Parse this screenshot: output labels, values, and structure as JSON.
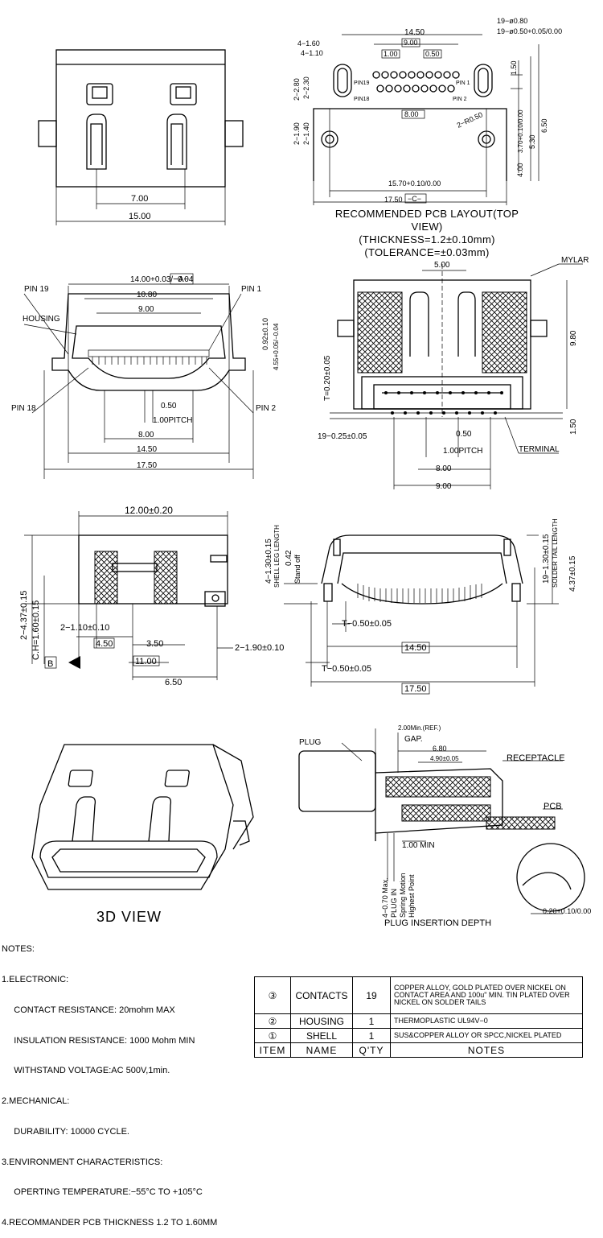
{
  "top_left_view": {
    "dim_inner": "7.00",
    "dim_overall": "15.00"
  },
  "pcb_layout": {
    "dims": [
      "14.50",
      "9.00",
      "1.00",
      "0.50",
      "19−ø0.80",
      "19−ø0.50+0.05/0.00",
      "4−1.60",
      "4−1.10",
      "2−2.80",
      "2−2.30",
      "1.50",
      "PIN19",
      "PIN 1",
      "PIN18",
      "PIN 2",
      "2−1.90",
      "2−1.40",
      "8.00",
      "2−R0.50",
      "3.70+0.10/0.00",
      "5.30",
      "6.50",
      "4.00",
      "15.70+0.10/0.00",
      "17.50",
      "−C−"
    ],
    "caption": [
      "RECOMMENDED PCB LAYOUT(TOP VIEW)",
      "(THICKNESS=1.2±0.10mm)",
      "(TOLERANCE=±0.03mm)"
    ]
  },
  "front_view": {
    "labels": [
      "14.00+0.03/−0.04",
      "−A−",
      "10.80",
      "9.00",
      "PIN 19",
      "PIN 1",
      "HOUSING",
      "0.92±0.10",
      "4.55+0.05/−0.04",
      "PIN 18",
      "PIN 2",
      "0.50",
      "1.00PITCH",
      "8.00",
      "14.50",
      "17.50"
    ]
  },
  "top_view": {
    "labels": [
      "5.00",
      "MYLAR",
      "9.80",
      "T=0.20±0.05",
      "1.50",
      "19−0.25±0.05",
      "0.50",
      "1.00PITCH",
      "TERMINAL",
      "8.00",
      "9.00"
    ]
  },
  "side_view": {
    "labels": [
      "12.00±0.20",
      "2−4.37±0.15",
      "C.H=1.60±0.15",
      "B",
      "2−1.10±0.10",
      "4.50",
      "3.50",
      "2−1.90±0.10",
      "11.00",
      "6.50"
    ]
  },
  "rear_view": {
    "labels": [
      "4−1.30±0.15",
      "SHELL LEG LENGTH",
      "0.42",
      "Stand off",
      "19−1.30±0.15",
      "SOLDER TAIL LENGTH",
      "4.37±0.15",
      "T−0.50±0.05",
      "14.50",
      "T−0.50±0.05",
      "17.50"
    ]
  },
  "view3d": {
    "label": "3D VIEW"
  },
  "plug_view": {
    "labels": [
      "PLUG",
      "2.00Min.(REF.)",
      "GAP.",
      "6.80",
      "4.90±0.05",
      "RECEPTACLE",
      "PCB",
      "1.00 MIN",
      "4−0.70 Max.",
      "PLUG IN",
      "Spring Motion",
      "Highest Point",
      "0.20+0.10/0.00"
    ],
    "caption": "PLUG INSERTION DEPTH"
  },
  "notes": [
    "NOTES:",
    "1.ELECTRONIC:",
    "     CONTACT RESISTANCE: 20mohm MAX",
    "     INSULATION RESISTANCE: 1000 Mohm MIN",
    "     WITHSTAND VOLTAGE:AC 500V,1min.",
    "2.MECHANICAL:",
    "     DURABILITY: 10000 CYCLE.",
    "3.ENVIRONMENT CHARACTERISTICS:",
    "     OPERTING TEMPERATURE:−55°C TO +105°C",
    "4.RECOMMANDER PCB THICKNESS 1.2 TO 1.60MM"
  ],
  "bom": {
    "header": [
      "ITEM",
      "NAME",
      "Q'TY",
      "NOTES"
    ],
    "rows": [
      {
        "item": "③",
        "name": "CONTACTS",
        "qty": "19",
        "notes": "COPPER ALLOY, GOLD PLATED OVER NICKEL ON CONTACT AREA AND 100u\" MIN. TIN PLATED OVER NICKEL ON SOLDER TAILS"
      },
      {
        "item": "②",
        "name": "HOUSING",
        "qty": "1",
        "notes": "THERMOPLASTIC UL94V−0"
      },
      {
        "item": "①",
        "name": "SHELL",
        "qty": "1",
        "notes": "SUS&COPPER ALLOY OR SPCC,NICKEL PLATED"
      }
    ]
  }
}
